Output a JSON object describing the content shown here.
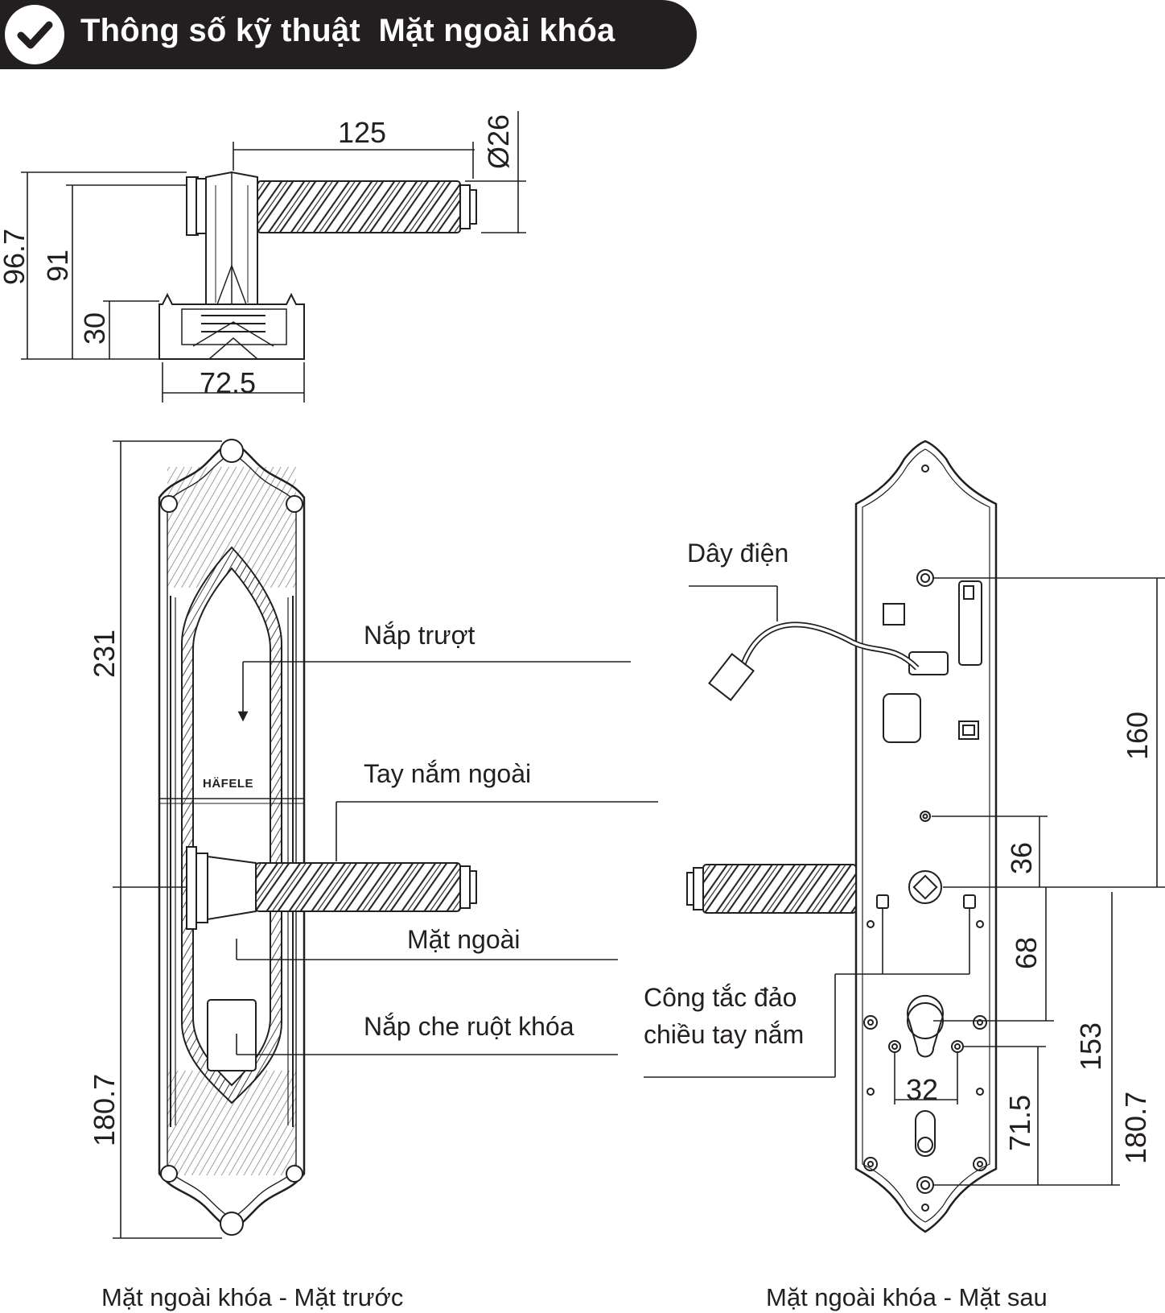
{
  "header": {
    "title": "Thông số kỹ thuật  Mặt ngoài khóa",
    "icon": "check-icon"
  },
  "colors": {
    "ink": "#231f20",
    "background": "#ffffff"
  },
  "side_view": {
    "dims": {
      "length": "125",
      "diameter": "Ø26",
      "height_total": "96.7",
      "height_handle": "91",
      "height_base": "30",
      "width_base": "72.5"
    }
  },
  "front_view": {
    "brand": "HÄFELE",
    "dims": {
      "total_height": "231",
      "lower_height": "180.7"
    },
    "labels": {
      "slide_cover": "Nắp trượt",
      "outer_handle": "Tay nắm ngoài",
      "outer_face": "Mặt ngoài",
      "cylinder_cover": "Nắp che ruột khóa"
    },
    "caption": "Mặt ngoài khóa - Mặt trước"
  },
  "back_view": {
    "dims": {
      "d160": "160",
      "d36": "36",
      "d68": "68",
      "d153": "153",
      "d32": "32",
      "d71_5": "71.5",
      "d180_7": "180.7"
    },
    "labels": {
      "wire": "Dây điện",
      "switch_line1": "Công  tắc  đảo",
      "switch_line2": "chiều tay nắm"
    },
    "caption": "Mặt ngoài khóa - Mặt sau"
  }
}
